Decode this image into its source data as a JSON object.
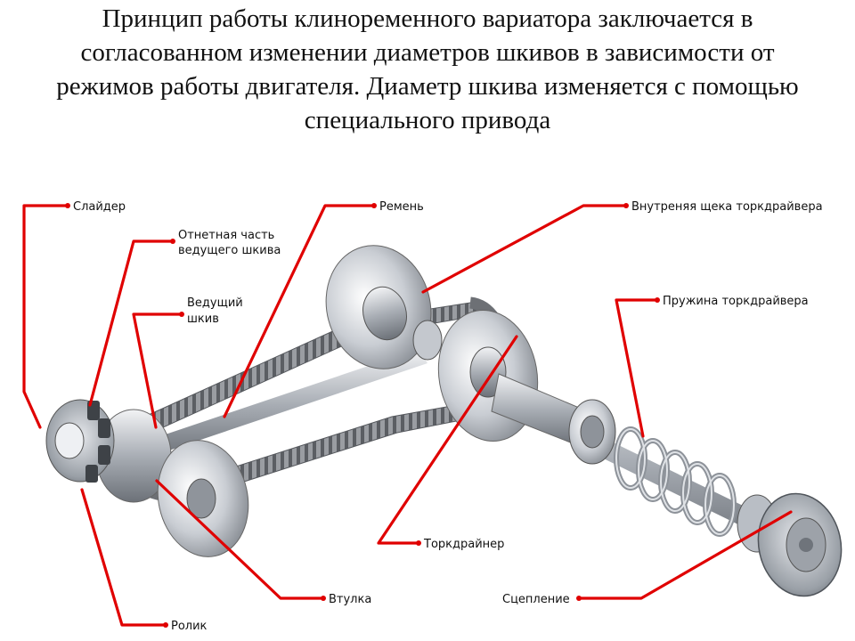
{
  "heading": {
    "lines": [
      "Принцип работы клиноременного вариатора заключается в",
      "согласованном изменении диаметров шкивов в зависимости от",
      "режимов работы двигателя. Диаметр шкива изменяется с помощью",
      "специального привода"
    ]
  },
  "labels": {
    "slider": "Слайдер",
    "pulley_back_1": "Отнетная часть",
    "pulley_back_2": "ведущего шкива",
    "drive_pulley_1": "Ведущий",
    "drive_pulley_2": "шкив",
    "belt": "Ремень",
    "torq_inner_cheek": "Внутреняя щека торкдрайвера",
    "torq_spring": "Пружина торкдрайвера",
    "torqdriver": "Торкдрайнер",
    "bushing": "Втулка",
    "clutch": "Сцепление",
    "roller": "Ролик"
  },
  "colors": {
    "callout": "#e00000",
    "metal": "#c8ccd2",
    "belt": "#8a8d92"
  }
}
